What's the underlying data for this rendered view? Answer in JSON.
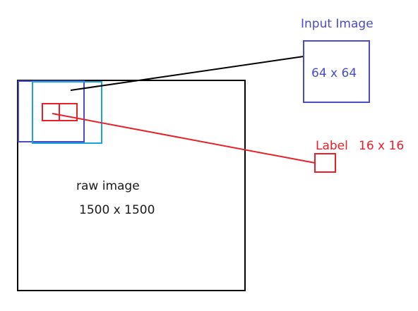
{
  "raw_image": {
    "title": "raw image",
    "size": "1500 x 1500"
  },
  "input_image": {
    "title": "Input Image",
    "size": "64 x 64"
  },
  "label": {
    "title": "Label",
    "size": "16 x 16"
  },
  "colors": {
    "raw_outline": "#000000",
    "input_outline": "#4b4bc8",
    "crop_outline": "#1aa3dc",
    "label_outline": "#e8202a"
  }
}
